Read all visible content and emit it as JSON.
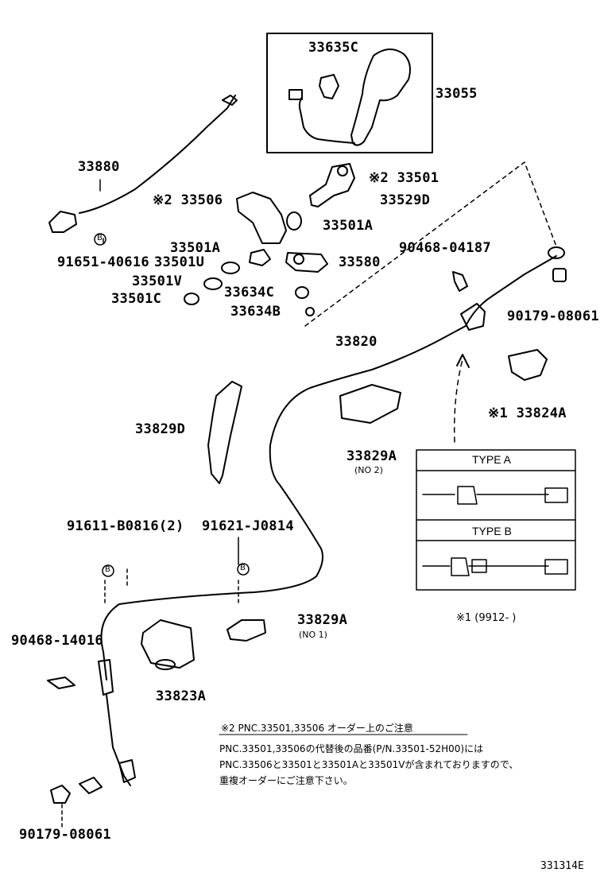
{
  "diagram_id": "331314E",
  "labels": {
    "p33635C": "33635C",
    "p33055": "33055",
    "p33880": "33880",
    "p33501": "※2 33501",
    "p33529D": "33529D",
    "p33506": "※2 33506",
    "p33501A_top": "33501A",
    "p91651": "91651-40616",
    "p33501A_mid": "33501A",
    "p33501U": "33501U",
    "p33580": "33580",
    "p90468_04187": "90468-04187",
    "p33501V": "33501V",
    "p33634C": "33634C",
    "p33501C": "33501C",
    "p33634B": "33634B",
    "p90179_top": "90179-08061",
    "p33820": "33820",
    "p33829D": "33829D",
    "p33824A": "※1 33824A",
    "p33829A_top": "33829A",
    "p33829A_top_note": "(NO 2)",
    "p91611": "91611-B0816(2)",
    "p91621": "91621-J0814",
    "p33829A_bot": "33829A",
    "p33829A_bot_note": "(NO 1)",
    "p90468_14016": "90468-14016",
    "p33823A": "33823A",
    "p90179_bot": "90179-08061",
    "circle_b": "B"
  },
  "type_box": {
    "type_a": "TYPE  A",
    "type_b": "TYPE  B"
  },
  "footnote1": "※1 (9912-      )",
  "note2": {
    "title": "※2 PNC.33501,33506 オーダー上のご注意",
    "line1": "PNC.33501,33506の代替後の品番(P/N.33501-52H00)には",
    "line2": "PNC.33506と33501と33501Aと33501Vが含まれておりますので、",
    "line3": "重複オーダーにご注意下さい。"
  }
}
